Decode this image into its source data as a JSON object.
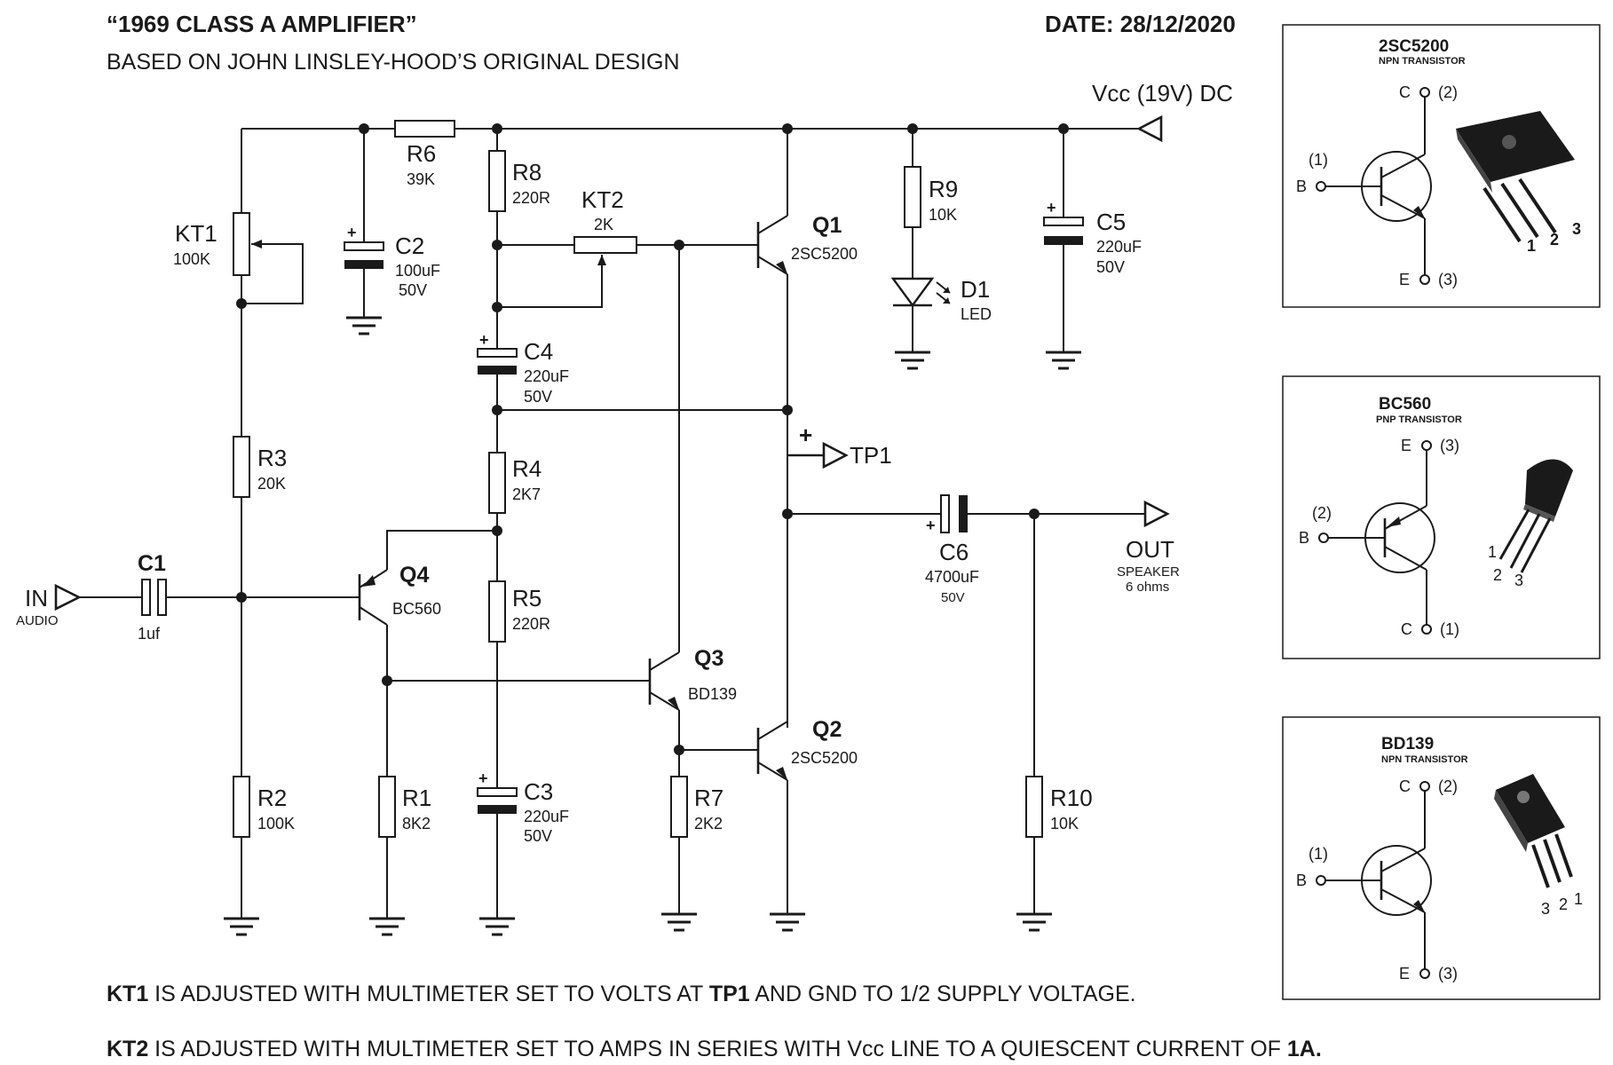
{
  "header": {
    "title": "“1969 CLASS A AMPLIFIER”",
    "subtitle": "BASED ON JOHN LINSLEY-HOOD’S ORIGINAL DESIGN",
    "date": "DATE: 28/12/2020"
  },
  "supply_label": "Vcc (19V) DC",
  "input": {
    "label": "IN",
    "sub": "AUDIO"
  },
  "output": {
    "label": "OUT",
    "sub1": "SPEAKER",
    "sub2": "6 ohms"
  },
  "testpoint": {
    "label": "TP1",
    "plus": "+"
  },
  "components": {
    "r6": {
      "ref": "R6",
      "value": "39K"
    },
    "r8": {
      "ref": "R8",
      "value": "220R"
    },
    "kt1": {
      "ref": "KT1",
      "value": "100K"
    },
    "c2": {
      "ref": "C2",
      "value": "100uF",
      "voltage": "50V"
    },
    "kt2": {
      "ref": "KT2",
      "value": "2K"
    },
    "q1": {
      "ref": "Q1",
      "value": "2SC5200"
    },
    "r9": {
      "ref": "R9",
      "value": "10K"
    },
    "d1": {
      "ref": "D1",
      "value": "LED"
    },
    "c5": {
      "ref": "C5",
      "value": "220uF",
      "voltage": "50V"
    },
    "c4": {
      "ref": "C4",
      "value": "220uF",
      "voltage": "50V"
    },
    "r3": {
      "ref": "R3",
      "value": "20K"
    },
    "r4": {
      "ref": "R4",
      "value": "2K7"
    },
    "c1": {
      "ref": "C1",
      "value": "1uf"
    },
    "q4": {
      "ref": "Q4",
      "value": "BC560"
    },
    "r5": {
      "ref": "R5",
      "value": "220R"
    },
    "c6": {
      "ref": "C6",
      "value": "4700uF",
      "voltage": "50V"
    },
    "q3": {
      "ref": "Q3",
      "value": "BD139"
    },
    "q2": {
      "ref": "Q2",
      "value": "2SC5200"
    },
    "r2": {
      "ref": "R2",
      "value": "100K"
    },
    "r1": {
      "ref": "R1",
      "value": "8K2"
    },
    "c3": {
      "ref": "C3",
      "value": "220uF",
      "voltage": "50V"
    },
    "r7": {
      "ref": "R7",
      "value": "2K2"
    },
    "r10": {
      "ref": "R10",
      "value": "10K"
    },
    "plus": "+"
  },
  "pinouts": [
    {
      "title": "2SC5200",
      "sub": "NPN TRANSISTOR",
      "c": "C",
      "c_num": "(2)",
      "b": "B",
      "b_num": "(1)",
      "e": "E",
      "e_num": "(3)",
      "pkg_pins": [
        "1",
        "2",
        "3"
      ]
    },
    {
      "title": "BC560",
      "sub": "PNP TRANSISTOR",
      "e": "E",
      "e_num": "(3)",
      "b": "B",
      "b_num": "(2)",
      "c": "C",
      "c_num": "(1)",
      "pkg_pins": [
        "1",
        "2",
        "3"
      ]
    },
    {
      "title": "BD139",
      "sub": "NPN TRANSISTOR",
      "c": "C",
      "c_num": "(2)",
      "b": "B",
      "b_num": "(1)",
      "e": "E",
      "e_num": "(3)",
      "pkg_pins": [
        "3",
        "2",
        "1"
      ]
    }
  ],
  "notes": {
    "kt1_a": "KT1",
    "kt1_b": " IS ADJUSTED WITH MULTIMETER SET TO VOLTS AT ",
    "kt1_c": "TP1",
    "kt1_d": " AND GND TO 1/2 SUPPLY VOLTAGE.",
    "kt2_a": "KT2",
    "kt2_b": " IS ADJUSTED WITH MULTIMETER SET TO AMPS IN SERIES WITH Vcc LINE TO A QUIESCENT CURRENT OF ",
    "kt2_c": "1A."
  },
  "colors": {
    "ink": "#1a1a1a",
    "background": "#ffffff"
  },
  "icons": [
    "ground-icon",
    "npn-transistor-icon",
    "pnp-transistor-icon",
    "led-icon",
    "electrolytic-capacitor-icon",
    "potentiometer-icon",
    "resistor-icon",
    "arrow-terminal-icon"
  ]
}
